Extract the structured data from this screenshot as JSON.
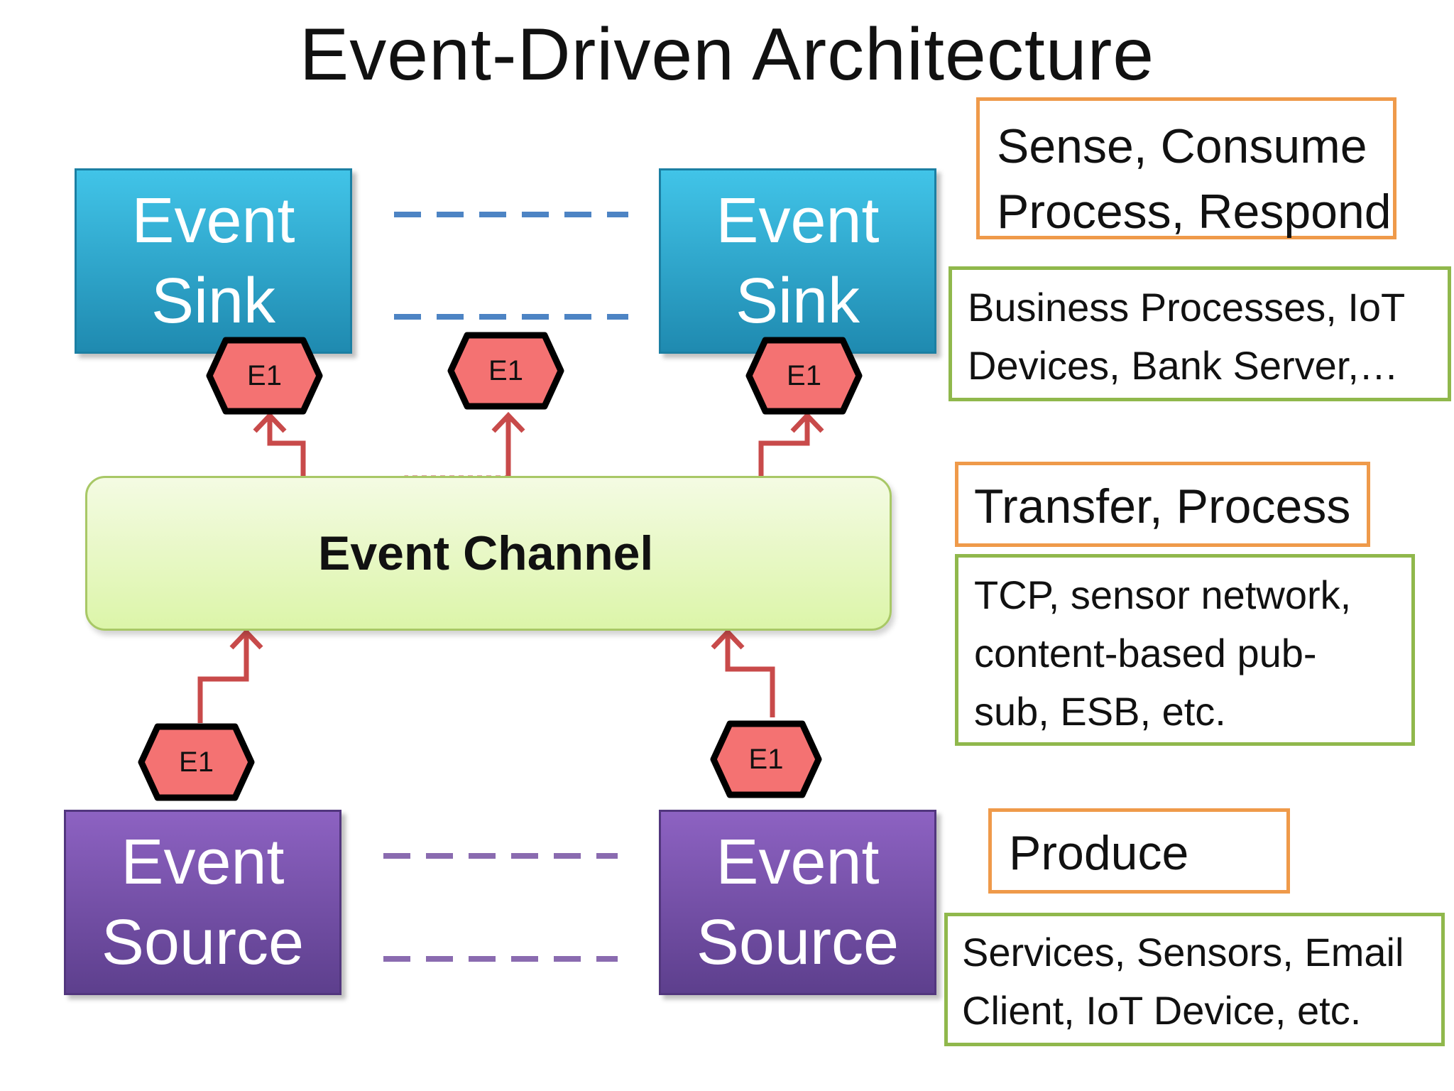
{
  "title": "Event-Driven Architecture",
  "sinks": [
    {
      "line1": "Event",
      "line2": "Sink"
    },
    {
      "line1": "Event",
      "line2": "Sink"
    }
  ],
  "sources": [
    {
      "line1": "Event",
      "line2": "Source"
    },
    {
      "line1": "Event",
      "line2": "Source"
    }
  ],
  "channel": {
    "label": "Event Channel"
  },
  "event_tag": "E1",
  "annotations": {
    "sink_role": [
      "Sense, Consume",
      "Process, Respond"
    ],
    "sink_examples": [
      "Business Processes, IoT",
      "Devices, Bank Server,…"
    ],
    "channel_role": [
      "Transfer, Process"
    ],
    "channel_examples": [
      "TCP, sensor network,",
      "content-based pub-",
      "sub, ESB, etc."
    ],
    "source_role": [
      "Produce"
    ],
    "source_examples": [
      "Services, Sensors, Email",
      "Client, IoT Device,  etc."
    ]
  },
  "colors": {
    "sink": "#2ea7d0",
    "source": "#7350a6",
    "channel": "#e6f7c4",
    "event_tag": "#f47272",
    "arrow": "#c84a4a",
    "role_border": "#ef9a4a",
    "example_border": "#90b84c"
  }
}
